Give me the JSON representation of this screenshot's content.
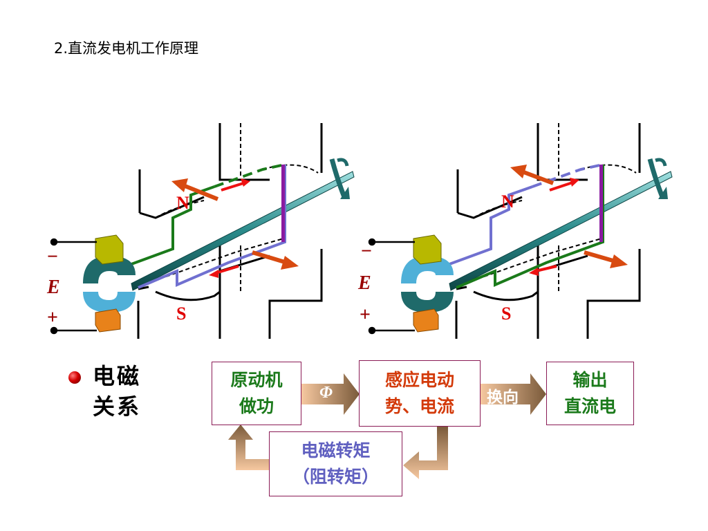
{
  "title": "2.直流发电机工作原理",
  "machines": [
    {
      "north_label": "N",
      "south_label": "S",
      "top_sign": "−",
      "emf_label": "E",
      "bottom_sign": "+"
    },
    {
      "north_label": "N",
      "south_label": "S",
      "top_sign": "−",
      "emf_label": "E",
      "bottom_sign": "+"
    }
  ],
  "relation": {
    "heading_line1": "电磁",
    "heading_line2": "关系",
    "box_prime_mover_line1": "原动机",
    "box_prime_mover_line2": "做功",
    "box_emf_line1": "感应电动",
    "box_emf_line2": "势、电流",
    "box_output_line1": "输出",
    "box_output_line2": "直流电",
    "box_torque_line1": "电磁转矩",
    "box_torque_line2": "（阻转矩）",
    "arrow_flux_label": "Φ",
    "arrow_commutation_label": "换向"
  },
  "colors": {
    "coil_green": "#1a7a1a",
    "coil_blue": "#7070d0",
    "coil_purple": "#8a1aa0",
    "arrow_orange": "#d84a10",
    "arrow_red": "#ee1111",
    "shaft": "#2a8a8a",
    "box_border": "#8a1a55"
  }
}
